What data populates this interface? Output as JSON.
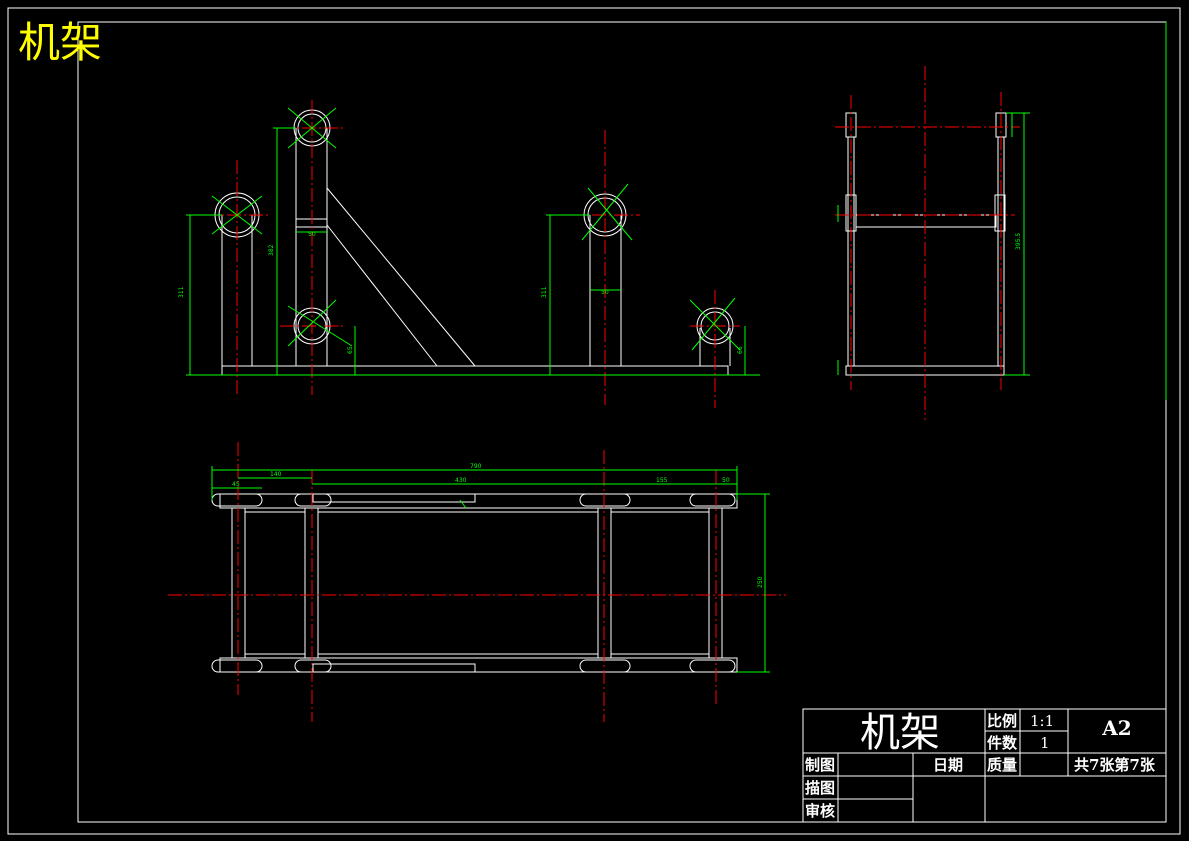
{
  "corner_title": "机架",
  "title_block": {
    "name": "机架",
    "scale_label": "比例",
    "scale_value": "1:1",
    "count_label": "件数",
    "count_value": "1",
    "sheet_size": "A2",
    "drawn_label": "制图",
    "traced_label": "描图",
    "checked_label": "审核",
    "date_label": "日期",
    "mass_label": "质量",
    "sheet_info": "共7张第7张"
  },
  "colors": {
    "background": "#000000",
    "outline": "#ffffff",
    "dimension": "#00ff00",
    "centerline": "#ff0000",
    "title": "#ffff00"
  },
  "dimensions": {
    "front_left_height": "311",
    "front_tall_height": "382",
    "front_mid_height": "311",
    "front_small_offset": "65",
    "front_right_offset": "66",
    "front_post_width_a": "50",
    "front_post_width_b": "50",
    "side_total_height": "395.5",
    "top_total_length": "790",
    "top_seg_a": "140",
    "top_seg_b": "45",
    "top_seg_c": "430",
    "top_seg_d": "155",
    "top_seg_e": "50",
    "top_depth": "250"
  }
}
